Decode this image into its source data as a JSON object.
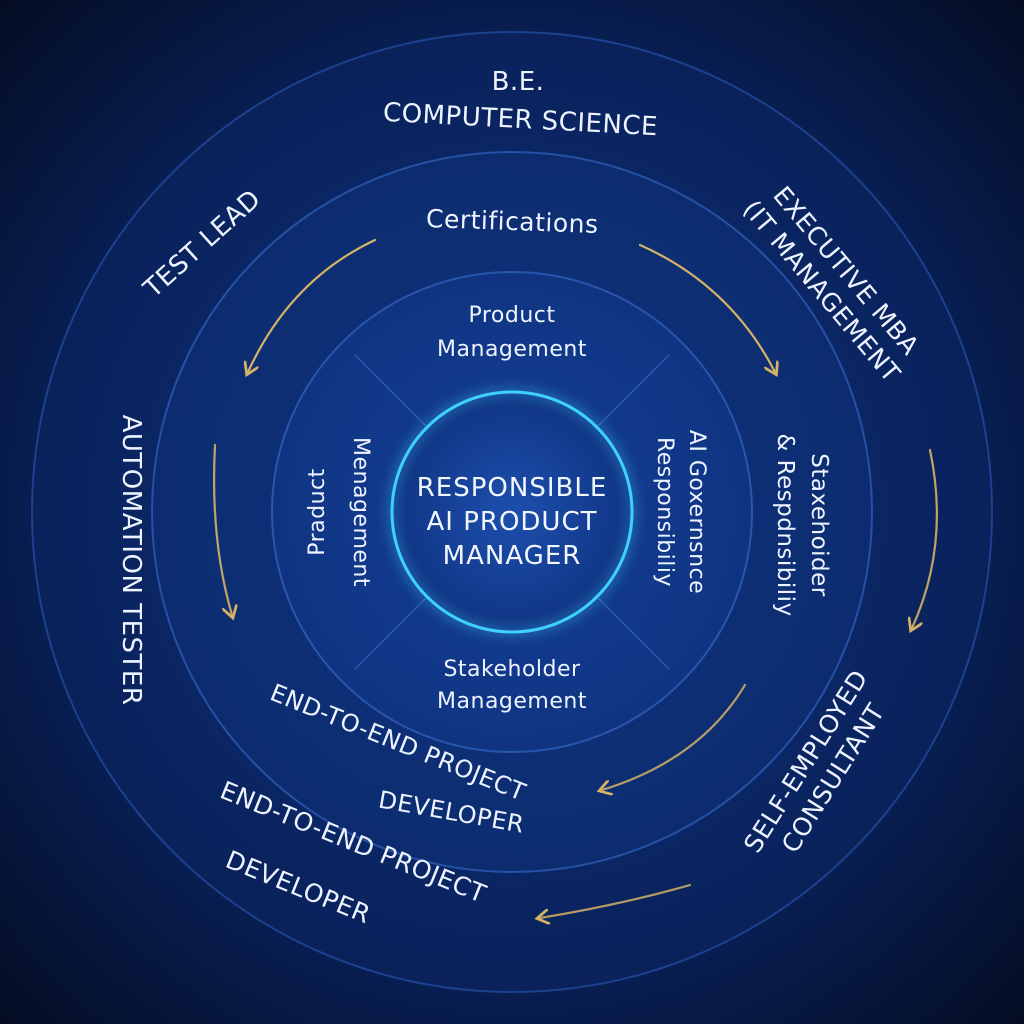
{
  "center": {
    "lines": [
      "RESPONSIBLE",
      "AI PRODUCT",
      "MANAGER"
    ]
  },
  "inner_ring": {
    "top": [
      "Product",
      "Management"
    ],
    "left": [
      "Praduct",
      "Menagement"
    ],
    "right": [
      "AI Goxernsnce",
      "Responsibiliy"
    ],
    "bottom": [
      "Stakeholder",
      "Management"
    ]
  },
  "middle_ring": {
    "top": "Certifications",
    "right": [
      "Staxehoider",
      "& Respdnsibiliy"
    ],
    "bottom": [
      "END-TO-END PROJECT",
      "DEVELOPER"
    ]
  },
  "outer_ring": {
    "top": [
      "B.E.",
      "COMPUTER   SCIENCE"
    ],
    "top_left": "TEST LEAD",
    "top_right": [
      "EXECUTIVE MBA",
      "(IT MANAGEMENT"
    ],
    "left": "AUTOMATION TESTER",
    "bottom_right": [
      "SELF-EMPLOYED",
      "CONSULTANT"
    ],
    "bottom": [
      "END-TO-END PROJECT",
      "DEVELOPER"
    ]
  },
  "colors": {
    "background": "#06122e",
    "ring_outer": "#0c2a66",
    "ring_middle": "#0e3178",
    "ring_inner": "#12398a",
    "core_glow": "#3fd0ff",
    "arrow_gold": "#d4b266",
    "text": "#eef4ff"
  }
}
